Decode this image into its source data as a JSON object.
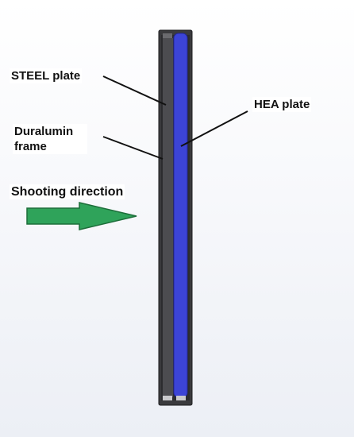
{
  "labels": {
    "steel_plate": "STEEL plate",
    "duralumin_frame": "Duralumin frame",
    "hea_plate": "HEA plate",
    "shooting_direction": "Shooting direction"
  },
  "colors": {
    "frame": "#3a3a3d",
    "hea_plate": "#3c44d6",
    "steel_plate": "#4a4a4e",
    "arrow": "#2fa35a",
    "background": "#f2f4f8"
  }
}
